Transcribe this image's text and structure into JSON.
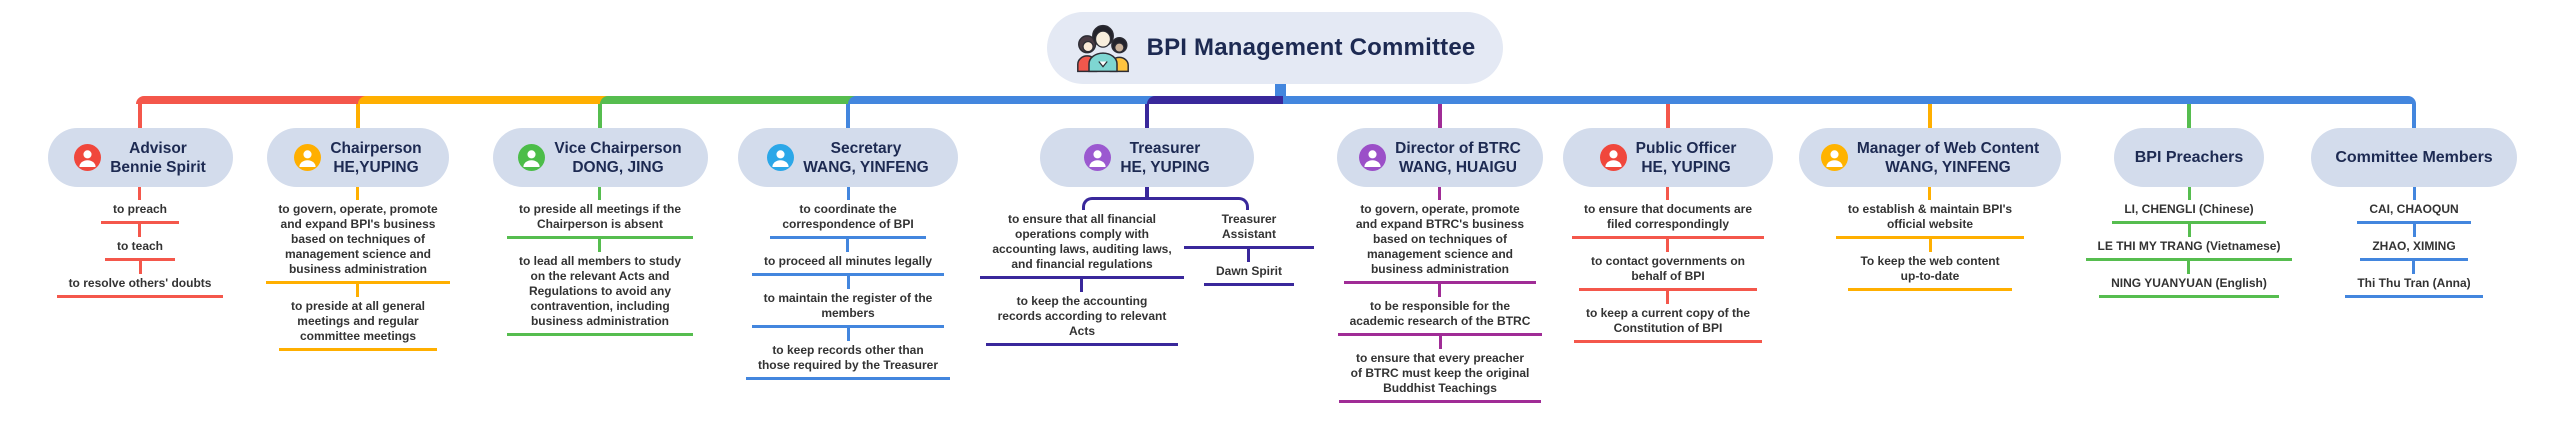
{
  "header": {
    "title": "BPI Management Committee",
    "icon": "team-icon"
  },
  "palette": {
    "red": "#F4574B",
    "amber": "#FFAF00",
    "green": "#56BD4F",
    "blue": "#4386DE",
    "indigo": "#39289B",
    "magenta": "#A02C96",
    "pill_bg": "#D3DCEC",
    "header_bg": "#E4E9F4",
    "pill_text": "#1D2A52",
    "task_text": "#333333"
  },
  "branches": [
    {
      "title": "Advisor",
      "name": "Bennie Spirit",
      "color": "#F4574B",
      "icon_color": "#F0473C",
      "items": [
        "to preach",
        "to teach",
        "to resolve others' doubts"
      ]
    },
    {
      "title": "Chairperson",
      "name": "HE,YUPING",
      "color": "#FFAF00",
      "icon_color": "#FFAF00",
      "items": [
        "to govern, operate, promote\nand expand BPI's business\nbased on techniques of\nmanagement science and\nbusiness administration",
        "to preside at all general\nmeetings and regular\ncommittee meetings"
      ]
    },
    {
      "title": "Vice Chairperson",
      "name": "DONG, JING",
      "color": "#56BD4F",
      "icon_color": "#4CBD49",
      "items": [
        "to preside all meetings if the\nChairperson is absent",
        "to lead all members to study\non the relevant Acts and\nRegulations to avoid any\ncontravention, including\nbusiness administration"
      ]
    },
    {
      "title": "Secretary",
      "name": "WANG, YINFENG",
      "color": "#4386DE",
      "icon_color": "#2BA7E8",
      "items": [
        "to coordinate the\ncorrespondence of BPI",
        "to proceed all minutes legally",
        "to maintain the register of the\nmembers",
        "to keep records other than\nthose required by the Treasurer"
      ]
    },
    {
      "title": "Treasurer",
      "name": "HE, YUPING",
      "color": "#39289B",
      "icon_color": "#9B59D0",
      "items": [
        "to ensure that all financial\noperations comply with\naccounting laws, auditing laws,\nand financial regulations",
        "to keep the accounting\nrecords according to relevant\nActs"
      ],
      "assistant": {
        "title": "Treasurer Assistant",
        "name": "Dawn Spirit"
      }
    },
    {
      "title": "Director of BTRC",
      "name": "WANG, HUAIGU",
      "color": "#A02C96",
      "icon_color": "#9B4FC8",
      "items": [
        "to govern, operate, promote\nand expand BTRC's business\nbased on techniques of\nmanagement science and\nbusiness administration",
        "to be responsible for the\nacademic research of the BTRC",
        "to ensure that every preacher\nof BTRC must keep the original\nBuddhist Teachings"
      ]
    },
    {
      "title": "Public Officer",
      "name": "HE, YUPING",
      "color": "#F4574B",
      "icon_color": "#F0473C",
      "items": [
        "to ensure that documents are\nfiled correspondingly",
        "to contact governments on\nbehalf of BPI",
        "to keep a current copy of the\nConstitution of BPI"
      ]
    },
    {
      "title": "Manager of Web Content",
      "name": "WANG, YINFENG",
      "color": "#FFAF00",
      "icon_color": "#FFB300",
      "items": [
        "to establish & maintain BPI's\nofficial website",
        "To keep the web content\nup-to-date"
      ]
    },
    {
      "title": "BPI Preachers",
      "color": "#56BD4F",
      "items": [
        "LI, CHENGLI (Chinese)",
        "LE THI MY TRANG (Vietnamese)",
        "NING YUANYUAN (English)"
      ]
    },
    {
      "title": "Committee Members",
      "color": "#4386DE",
      "items": [
        "CAI, CHAOQUN",
        "ZHAO, XIMING",
        "Thi Thu Tran (Anna)"
      ]
    }
  ]
}
